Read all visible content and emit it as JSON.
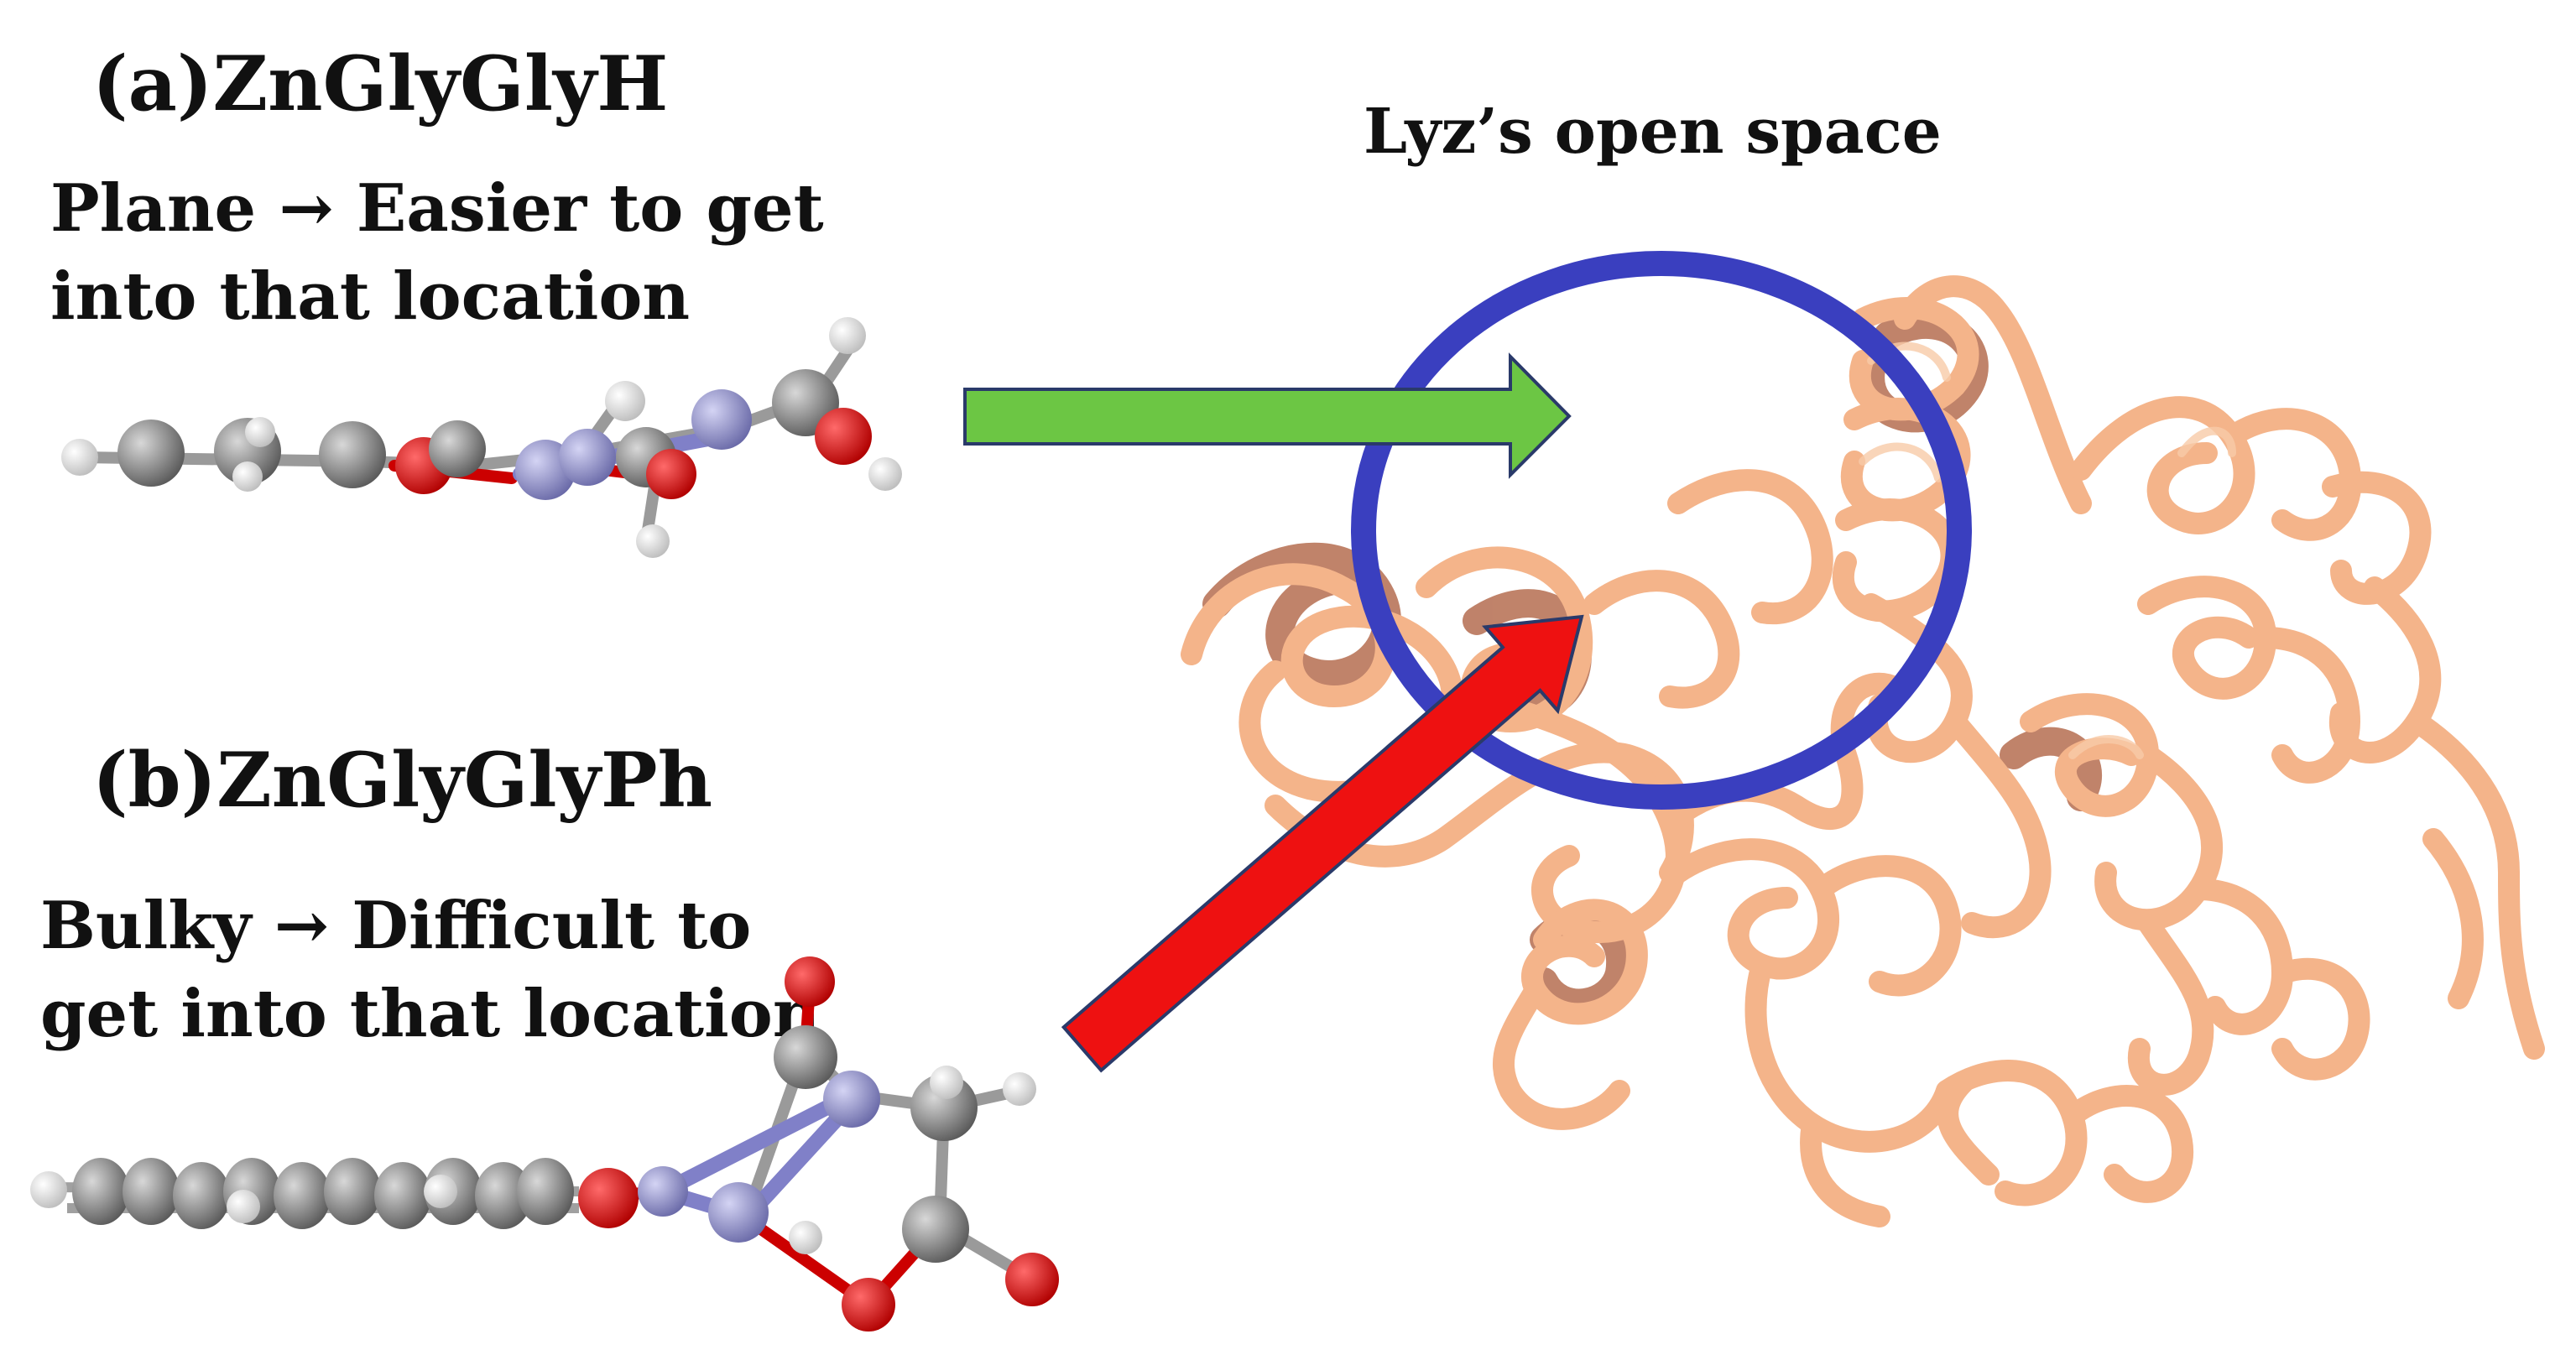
{
  "panel_a": {
    "label": "(a)ZnGlyGlyH",
    "desc_line1": "Plane → Easier to get",
    "desc_line2": "into that location"
  },
  "panel_b": {
    "label": "(b)ZnGlyGlyPh",
    "desc_line1": "Bulky → Difficult to",
    "desc_line2": "get into that location"
  },
  "protein": {
    "label": "Lyz’s open space"
  },
  "colors": {
    "arrow_a": "#6cc644",
    "arrow_b": "#ee1111",
    "circle": "#3a3fbf",
    "ribbon": "#f4b48a",
    "ribbon_dark": "#b9755a",
    "carbon": "#8a8a8a",
    "oxygen": "#ee0000",
    "nitrogen": "#9a9ad8",
    "hydrogen": "#f2f2f2"
  }
}
